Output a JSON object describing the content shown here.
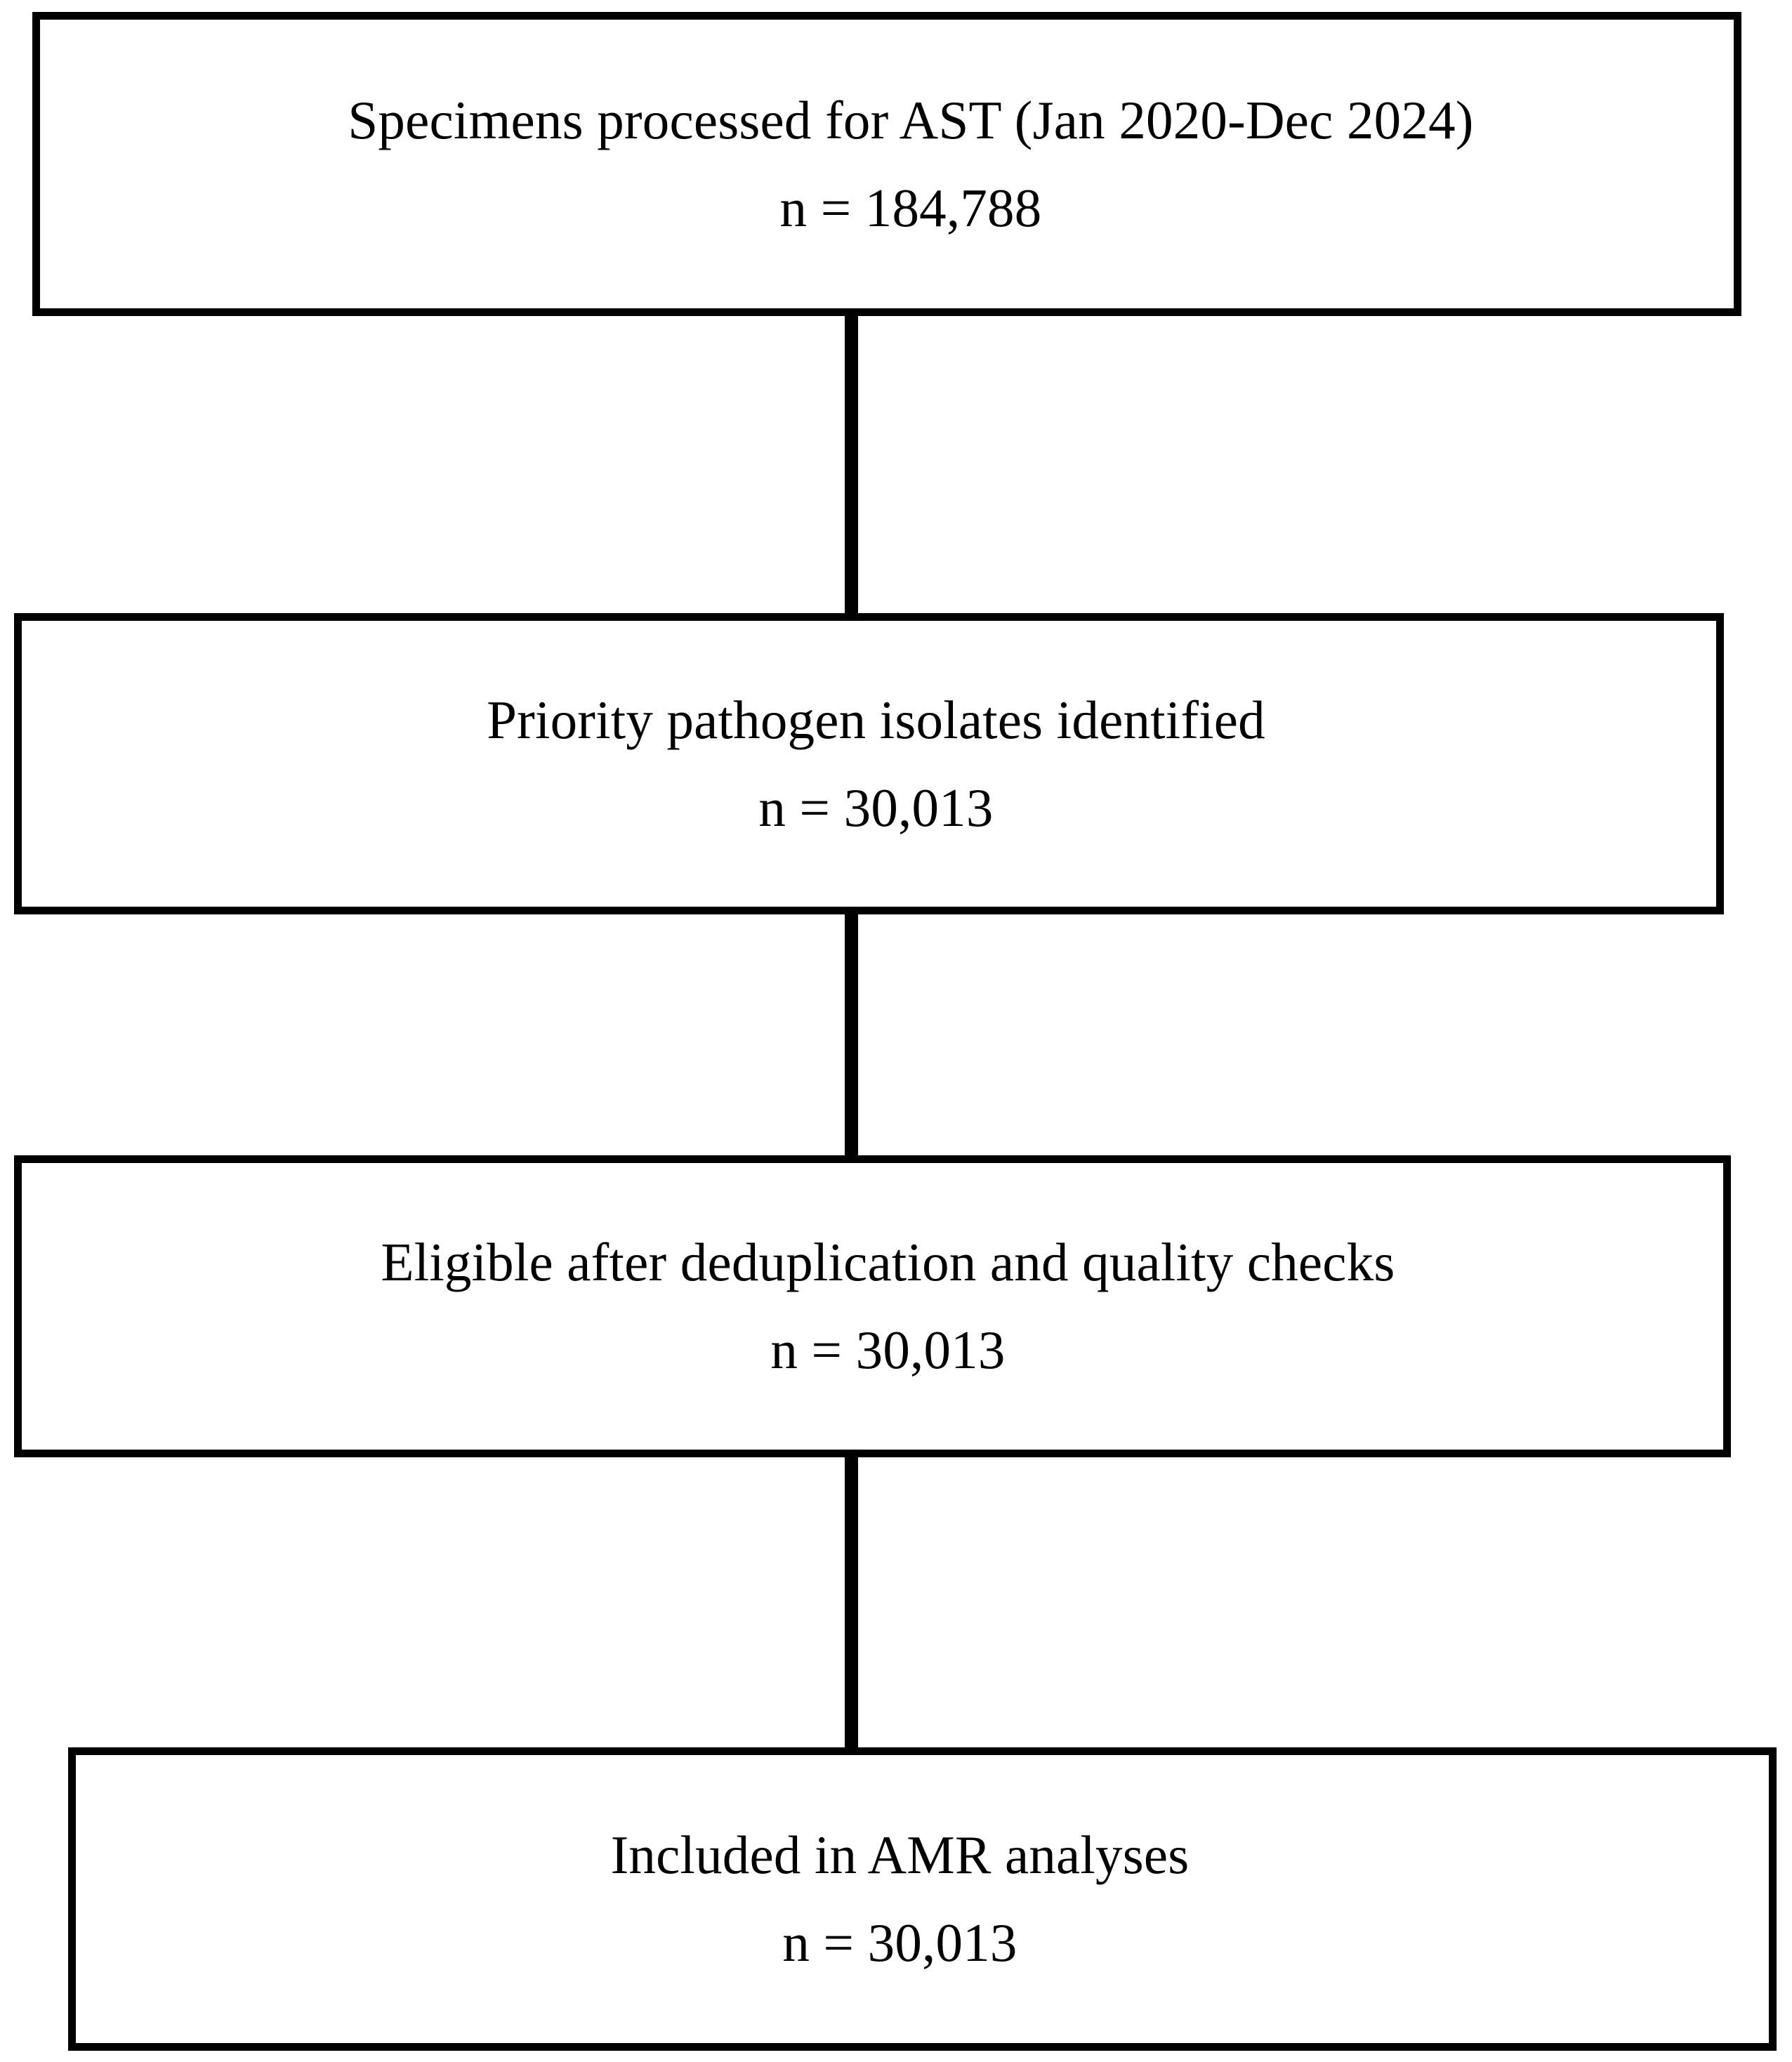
{
  "diagram": {
    "type": "flowchart",
    "orientation": "vertical",
    "colors": {
      "border": "#000000",
      "background": "#ffffff",
      "text": "#000000",
      "connector": "#000000"
    },
    "boxes": [
      {
        "id": "box-1",
        "label": "Specimens processed for AST (Jan 2020-Dec 2024)",
        "count": "n = 184,788"
      },
      {
        "id": "box-2",
        "label": "Priority pathogen isolates identified",
        "count": "n = 30,013"
      },
      {
        "id": "box-3",
        "label": "Eligible after deduplication and quality checks",
        "count": "n = 30,013"
      },
      {
        "id": "box-4",
        "label": "Included in AMR analyses",
        "count": "n = 30,013"
      }
    ],
    "connectors": [
      {
        "id": "connector-1",
        "from": "box-1",
        "to": "box-2"
      },
      {
        "id": "connector-2",
        "from": "box-2",
        "to": "box-3"
      },
      {
        "id": "connector-3",
        "from": "box-3",
        "to": "box-4"
      }
    ]
  }
}
